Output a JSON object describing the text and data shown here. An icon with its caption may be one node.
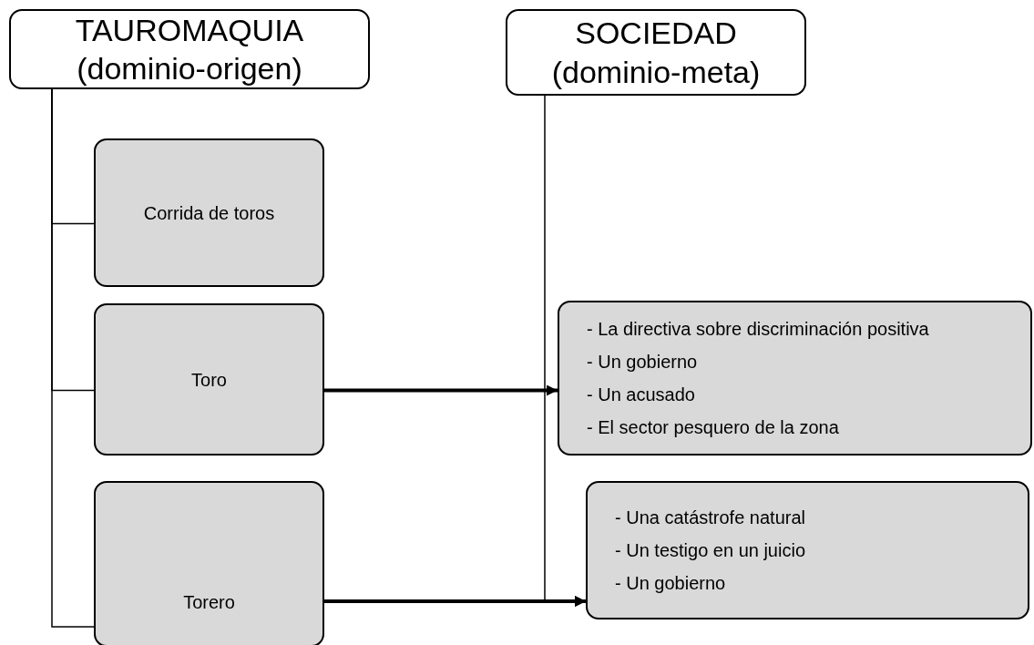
{
  "diagram": {
    "nodes": [
      {
        "text": [
          "TAUROMAQUIA (dominio-origen)"
        ]
      },
      {
        "text": [
          "SOCIEDAD (dominio-meta)"
        ]
      },
      {
        "text": [
          "Corrida de toros"
        ]
      },
      {
        "text": [
          "Toro"
        ]
      },
      {
        "text": [
          "Torero"
        ]
      },
      {
        "text": [
          "- La directiva sobre discriminación positiva",
          "- Un gobierno",
          "- Un acusado",
          "- El sector pesquero de la zona"
        ]
      },
      {
        "text": [
          "- Una catástrofe natural",
          "- Un testigo en un juicio",
          "- Un gobierno"
        ]
      }
    ],
    "edges": [
      {
        "from": 0,
        "to": 2,
        "arrow": "none"
      },
      {
        "from": 0,
        "to": 3,
        "arrow": "none"
      },
      {
        "from": 0,
        "to": 4,
        "arrow": "none"
      },
      {
        "from": 3,
        "to": 5,
        "arrow": "to",
        "style": "thick"
      },
      {
        "from": 4,
        "to": 6,
        "arrow": "to",
        "style": "thick"
      },
      {
        "from": 1,
        "to": 6,
        "arrow": "to"
      }
    ]
  }
}
